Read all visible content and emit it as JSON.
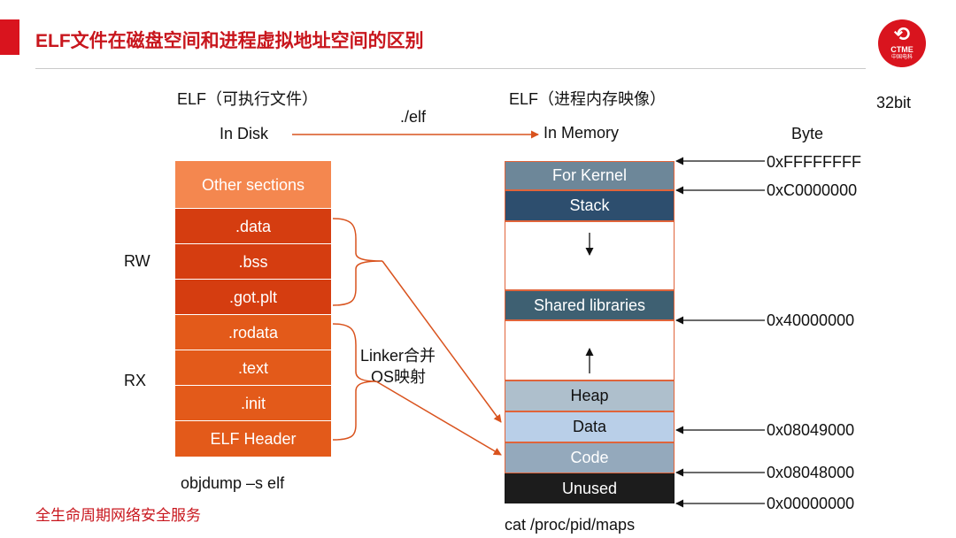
{
  "header": {
    "title": "ELF文件在磁盘空间和进程虚拟地址空间的区别",
    "logo_mark": "⟲",
    "logo_brand": "CTME",
    "logo_sub": "中国电科"
  },
  "disk": {
    "heading": "ELF（可执行文件）",
    "subheading": "In Disk",
    "sections": [
      {
        "label": "Other  sections",
        "color": "#f4874f"
      },
      {
        "label": ".data",
        "color": "#d53d10"
      },
      {
        "label": ".bss",
        "color": "#d53d10"
      },
      {
        "label": ".got.plt",
        "color": "#d53d10"
      },
      {
        "label": ".rodata",
        "color": "#e35a1a"
      },
      {
        "label": ".text",
        "color": "#e35a1a"
      },
      {
        "label": ".init",
        "color": "#e35a1a"
      },
      {
        "label": "ELF Header",
        "color": "#e35a1a"
      }
    ],
    "rw_label": "RW",
    "rx_label": "RX",
    "caption": "objdump –s elf"
  },
  "arrow_label": "./elf",
  "linker_label_1": "Linker合并",
  "linker_label_2": "OS映射",
  "memory": {
    "heading": "ELF（进程内存映像）",
    "subheading": "In Memory",
    "sections": [
      {
        "label": "For Kernel",
        "bg": "#6d8799",
        "fg": "#ffffff"
      },
      {
        "label": "Stack",
        "bg": "#2d4e6e",
        "fg": "#ffffff"
      },
      {
        "label": "",
        "bg": "#ffffff",
        "fg": "#111111"
      },
      {
        "label": "Shared libraries",
        "bg": "#3e6072",
        "fg": "#ffffff"
      },
      {
        "label": "",
        "bg": "#ffffff",
        "fg": "#111111"
      },
      {
        "label": "Heap",
        "bg": "#aebfcc",
        "fg": "#111111"
      },
      {
        "label": "Data",
        "bg": "#b9cfe8",
        "fg": "#111111"
      },
      {
        "label": "Code",
        "bg": "#94a9bc",
        "fg": "#ffffff"
      },
      {
        "label": "Unused",
        "bg": "#1c1c1c",
        "fg": "#ffffff"
      }
    ],
    "caption": "cat /proc/pid/maps"
  },
  "arch_label": "32bit",
  "unit_label": "Byte",
  "addresses": [
    "0xFFFFFFFF",
    "0xC0000000",
    "0x40000000",
    "0x08049000",
    "0x08048000",
    "0x00000000"
  ],
  "footer": "全生命周期网络安全服务"
}
